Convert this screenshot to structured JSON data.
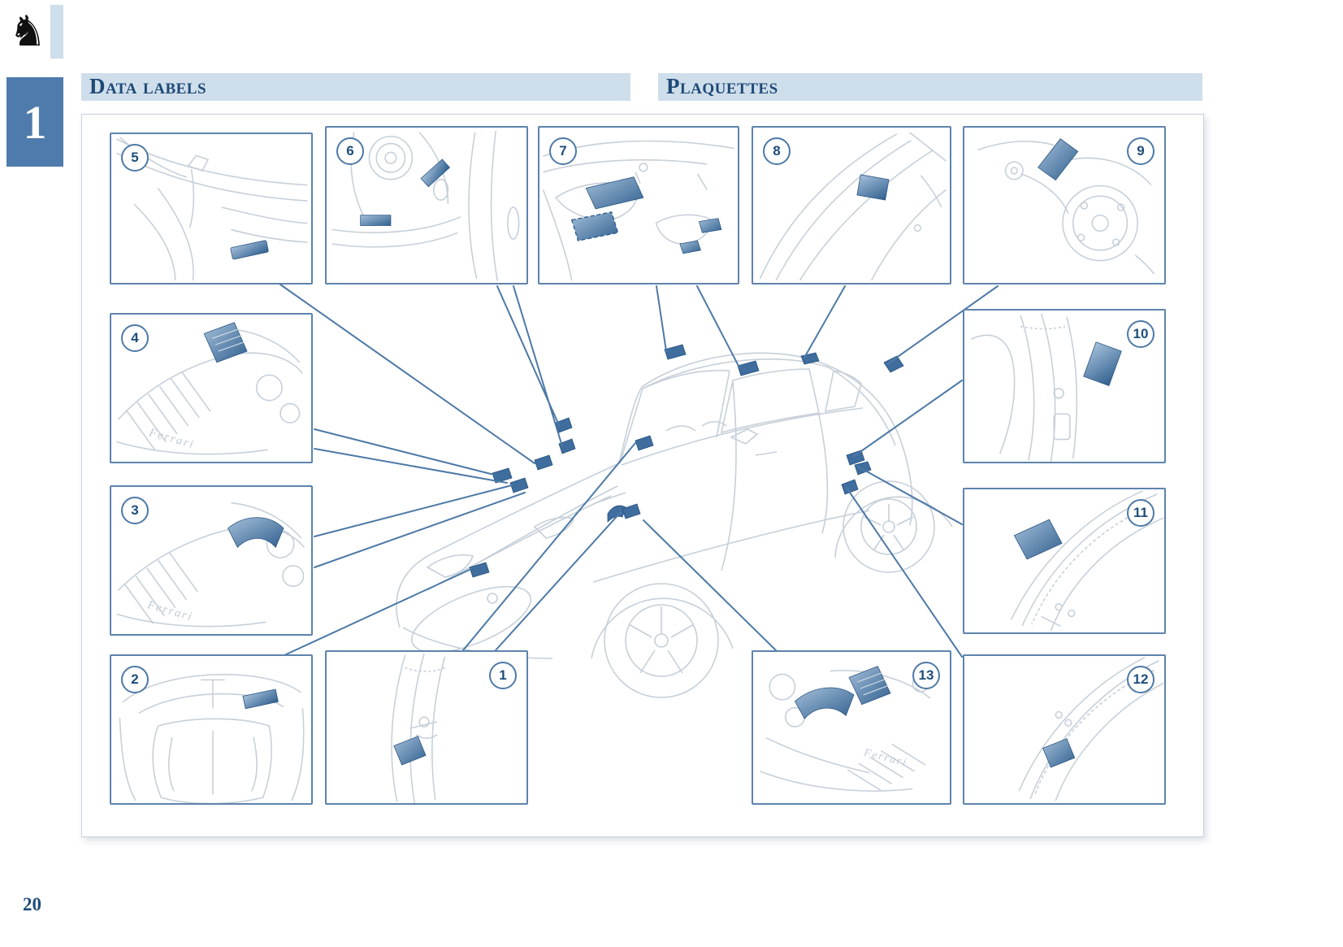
{
  "page": {
    "chapter_number": "1",
    "page_number": "20"
  },
  "logo": {
    "glyph": "♞"
  },
  "headers": {
    "left": "Data labels",
    "right": "Plaquettes"
  },
  "art": {
    "engine_script": "Ferrari"
  },
  "callouts": [
    {
      "number": "1"
    },
    {
      "number": "2"
    },
    {
      "number": "3"
    },
    {
      "number": "4"
    },
    {
      "number": "5"
    },
    {
      "number": "6"
    },
    {
      "number": "7"
    },
    {
      "number": "8"
    },
    {
      "number": "9"
    },
    {
      "number": "10"
    },
    {
      "number": "11"
    },
    {
      "number": "12"
    },
    {
      "number": "13"
    }
  ],
  "colors": {
    "accent_blue": "#4d79a6",
    "header_bg": "#cfdeeb",
    "header_text": "#1d4977",
    "chapter_bg": "#4e7bab",
    "box_border": "#5d83ac",
    "label_blue": "#3e6d9e",
    "line_art_gray": "#c6cfd9"
  }
}
